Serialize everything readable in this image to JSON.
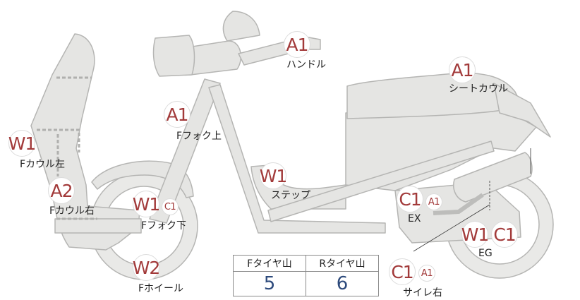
{
  "points": [
    {
      "id": "handle",
      "badges": [
        {
          "text": "A1",
          "size": "big"
        }
      ],
      "label": "ハンドル"
    },
    {
      "id": "seat-cowl",
      "badges": [
        {
          "text": "A1",
          "size": "big"
        }
      ],
      "label": "シートカウル"
    },
    {
      "id": "fork-upper",
      "badges": [
        {
          "text": "A1",
          "size": "big"
        }
      ],
      "label": "Fフォク上"
    },
    {
      "id": "cowl-left",
      "badges": [
        {
          "text": "W1",
          "size": "big"
        }
      ],
      "label": "Fカウル左"
    },
    {
      "id": "cowl-right",
      "badges": [
        {
          "text": "A2",
          "size": "big"
        }
      ],
      "label": "Fカウル右"
    },
    {
      "id": "step",
      "badges": [
        {
          "text": "W1",
          "size": "big"
        }
      ],
      "label": "ステップ"
    },
    {
      "id": "fork-lower",
      "badges": [
        {
          "text": "W1",
          "size": "big"
        },
        {
          "text": "C1",
          "size": "small"
        }
      ],
      "label": "Fフォク下"
    },
    {
      "id": "exhaust",
      "badges": [
        {
          "text": "C1",
          "size": "big"
        },
        {
          "text": "A1",
          "size": "small"
        }
      ],
      "label": "EX"
    },
    {
      "id": "engine",
      "badges": [
        {
          "text": "W1",
          "size": "big"
        },
        {
          "text": "C1",
          "size": "big"
        }
      ],
      "label": "EG"
    },
    {
      "id": "front-wheel",
      "badges": [
        {
          "text": "W2",
          "size": "big"
        }
      ],
      "label": "Fホイール"
    },
    {
      "id": "silencer-right",
      "badges": [
        {
          "text": "C1",
          "size": "big"
        },
        {
          "text": "A1",
          "size": "small"
        }
      ],
      "label": "サイレ右"
    }
  ],
  "tire_table": {
    "headers": [
      "Fタイヤ山",
      "Rタイヤ山"
    ],
    "values": [
      "5",
      "6"
    ]
  },
  "colors": {
    "badge_text": "#a23a3a",
    "badge_border": "#dcdcdc",
    "body_fill": "#e5e5e3",
    "body_stroke": "#b5b5b3",
    "table_value": "#2d4a7c"
  }
}
